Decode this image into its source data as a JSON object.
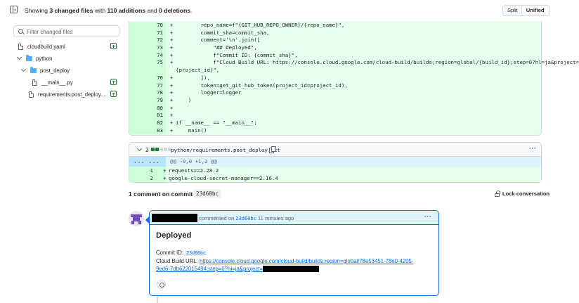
{
  "toolbar": {
    "summary_prefix": "Showing",
    "changed_files": "3 changed files",
    "with": "with",
    "additions": "110 additions",
    "and": "and",
    "deletions": "0 deletions",
    "suffix": ".",
    "split_label": "Split",
    "unified_label": "Unified"
  },
  "file_tree": {
    "filter_placeholder": "Filter changed files",
    "items": [
      {
        "name": "cloudbuild.yaml"
      },
      {
        "name": "python"
      },
      {
        "name": "post_deploy"
      },
      {
        "name": "__main__.py"
      },
      {
        "name": "requirements.post_deploy...."
      }
    ]
  },
  "diff1": {
    "lines": [
      {
        "num": "70",
        "code": "        repo_name=f\"{GIT_HUB_REPO_OWNER}/{repo_name}\","
      },
      {
        "num": "71",
        "code": "        commit_sha=commit_sha,"
      },
      {
        "num": "72",
        "code": "        comment='\\n'.join(["
      },
      {
        "num": "73",
        "code": "            \"## Deployed\","
      },
      {
        "num": "74",
        "code": "            f\"Commit ID: {commit_sha}\","
      },
      {
        "num": "75",
        "code": "            f\"Cloud Build URL: https://console.cloud.google.com/cloud-build/builds;region=global/{build_id};step=0?hl=ja&project="
      },
      {
        "num": "",
        "code": "{project_id}\","
      },
      {
        "num": "76",
        "code": "        ]),"
      },
      {
        "num": "77",
        "code": "        token=get_git_hub_token(project_id=project_id),"
      },
      {
        "num": "78",
        "code": "        logger=logger"
      },
      {
        "num": "79",
        "code": "    )"
      },
      {
        "num": "80",
        "code": ""
      },
      {
        "num": "81",
        "code": ""
      },
      {
        "num": "82",
        "code": "if __name__ == \"__main__\":"
      },
      {
        "num": "83",
        "code": "    main()"
      }
    ]
  },
  "diff2": {
    "count": "2",
    "file_name": "python/requirements.post_deploy.txt",
    "hunk_header": "@@ -0,0 +1,2 @@",
    "expander": "...   ...",
    "lines": [
      {
        "num": "1",
        "code": "requests==2.28.2"
      },
      {
        "num": "2",
        "code": "google-cloud-secret-manager==2.16.4"
      }
    ]
  },
  "comments": {
    "title": "1 comment on commit",
    "sha": "23d60bc",
    "lock_label": "Lock conversation",
    "items": [
      {
        "commented_on": "commented on",
        "sha": "23d60bc",
        "time": "11 minutes ago",
        "heading": "Deployed",
        "commit_label": "Commit ID:",
        "commit_sha": "23d60bc",
        "url_label": "Cloud Build URL:",
        "url_line1": "https://console.cloud.google.com/cloud-build/builds;region=global/78e53451-78e0-4205-",
        "url_line2": "9ed6-7db622015494;step=0?hl=ja&project="
      }
    ]
  },
  "colors": {
    "addition_bg": "#e6ffec",
    "addition_gutter": "#ccffd8",
    "accent": "#0969da",
    "add_bar": "#1a7f37"
  },
  "icons": [
    "sidebar-toggle-icon",
    "search-icon",
    "file-icon",
    "folder-icon",
    "chevron-down-icon",
    "file-added-icon",
    "copy-icon",
    "kebab-icon",
    "lock-icon",
    "smiley-icon"
  ]
}
